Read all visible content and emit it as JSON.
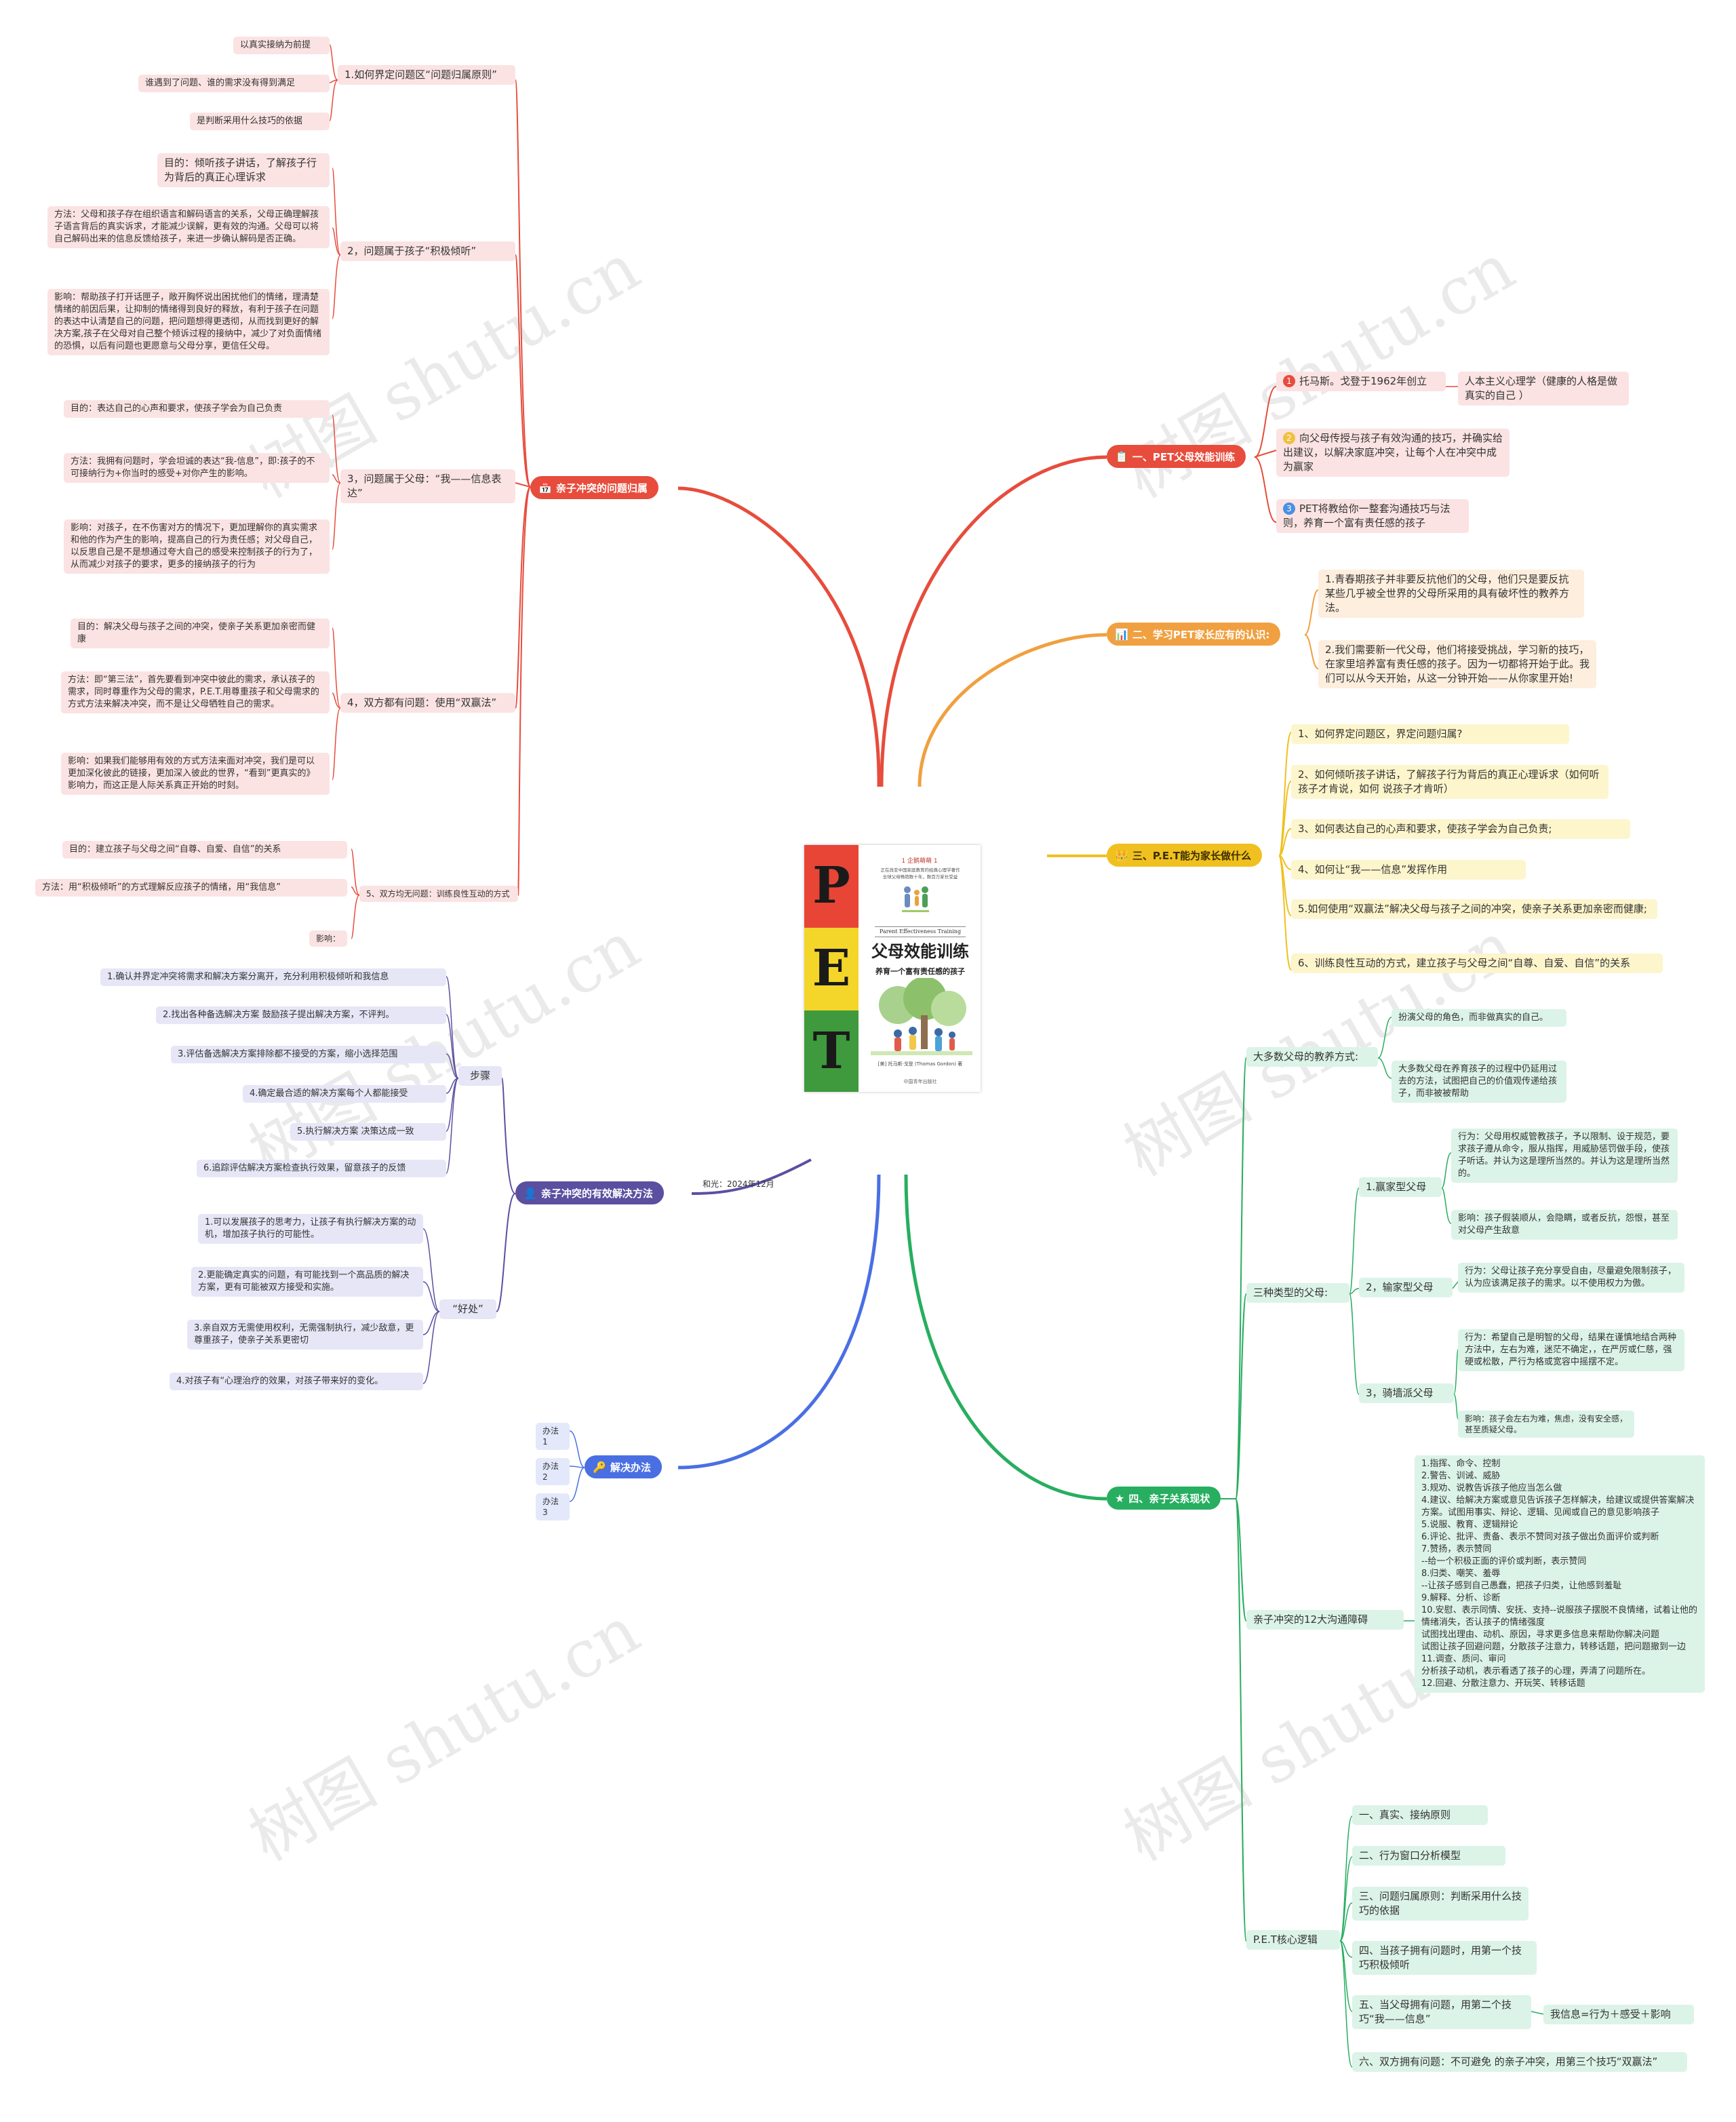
{
  "cover": {
    "letters": [
      "P",
      "E",
      "T"
    ],
    "badge": "1 企鹅萌萌 1",
    "blurb": "正在改变中国家庭教育的经典心理学著作\n全球父母畅销数十年，数百万家长受益",
    "subtitle_en": "Parent Effectiveness Training",
    "title": "父母效能训练",
    "tagline": "养育一个富有责任感的孩子",
    "author": "[美] 托马斯·戈登 (Thomas Gordon) 著",
    "publisher": "中国青年出版社"
  },
  "watermark": "树图 shutu.cn",
  "branches": {
    "b1": {
      "label": "亲子冲突的问题归属",
      "icon": "calendar-icon",
      "color": "#e74c3c",
      "items": [
        {
          "label": "1.如何界定问题区“问题归属原则”",
          "children": [
            "以真实接纳为前提",
            "谁遇到了问题、谁的需求没有得到满足",
            "是判断采用什么技巧的依据"
          ]
        },
        {
          "label": "2，问题属于孩子“积极倾听”",
          "children": [
            "目的：倾听孩子讲话，了解孩子行为背后的真正心理诉求",
            "方法：父母和孩子存在组织语言和解码语言的关系，父母正确理解孩子语言背后的真实诉求，才能减少误解，更有效的沟通。父母可以将自己解码出来的信息反馈给孩子，来进一步确认解码是否正确。",
            "影响：帮助孩子打开话匣子，敞开胸怀说出困扰他们的情绪，理清楚情绪的前因后果，让抑制的情绪得到良好的释放，有利于孩子在问题的表达中认清楚自己的问题，把问题想得更透彻，从而找到更好的解决方案,孩子在父母对自己整个倾诉过程的接纳中，减少了对负面情绪的恐惧，以后有问题也更愿意与父母分享，更信任父母。"
          ]
        },
        {
          "label": "3，问题属于父母：“我——信息表达”",
          "children": [
            "目的：表达自己的心声和要求，使孩子学会为自己负责",
            "方法：我拥有问题时，学会坦诚的表达“我-信息”，即:孩子的不可接纳行为+你当时的感受+对你产生的影响。",
            "影响：对孩子，在不伤害对方的情况下，更加理解你的真实需求和他的作为产生的影响，提高自己的行为责任感；对父母自己，以反思自己是不是想通过夸大自己的感受来控制孩子的行为了，从而减少对孩子的要求，更多的接纳孩子的行为"
          ]
        },
        {
          "label": "4，双方都有问题：使用“双赢法”",
          "children": [
            "目的：解决父母与孩子之间的冲突，使亲子关系更加亲密而健康",
            "方法：即“第三法”，首先要看到冲突中彼此的需求，承认孩子的需求，同时尊重作为父母的需求，P.E.T.用尊重孩子和父母需求的方式方法来解决冲突，而不是让父母牺牲自己的需求。",
            "影响：如果我们能够用有效的方式方法来面对冲突，我们是可以更加深化彼此的链接，更加深入彼此的世界，“看到”更真实的》影响力，而这正是人际关系真正开始的时刻。"
          ]
        },
        {
          "label": "5、双方均无问题：训练良性互动的方式",
          "children": [
            "目的：建立孩子与父母之间“自尊、自爱、自信”的关系",
            "方法：用“积极倾听”的方式理解反应孩子的情绪，用“我信息”",
            "影响："
          ]
        }
      ]
    },
    "b2": {
      "label": "亲子冲突的有效解决方法",
      "icon": "person-icon",
      "color": "#5b4fa0",
      "note": "和光：2024年12月",
      "groups": [
        {
          "label": "步骤",
          "children": [
            "1.确认并界定冲突将需求和解决方案分离开，充分利用积极倾听和我信息",
            "2.找出各种备选解决方案 鼓励孩子提出解决方案，不评判。",
            "3.评估备选解决方案排除都不接受的方案，缩小选择范围",
            "4.确定最合适的解决方案每个人都能接受",
            "5.执行解决方案 决策达成一致",
            "6.追踪评估解决方案检查执行效果，留意孩子的反馈"
          ]
        },
        {
          "label": "“好处”",
          "children": [
            "1.可以发展孩子的思考力，让孩子有执行解决方案的动机，增加孩子执行的可能性。",
            "2.更能确定真实的问题，有可能找到一个高品质的解决方案，更有可能被双方接受和实施。",
            "3.亲自双方无需使用权利，无需强制执行，减少敌意，更尊重孩子，使亲子关系更密切",
            "4.对孩子有“心理治疗的效果，对孩子带来好的变化。"
          ]
        }
      ]
    },
    "b3": {
      "label": "解决办法",
      "icon": "key-icon",
      "color": "#4a6fe3",
      "children": [
        "办法1",
        "办法2",
        "办法3"
      ]
    },
    "r1": {
      "label": "一、PET父母效能训练",
      "icon": "document-icon",
      "color": "#e74c3c",
      "items": [
        {
          "num": "1",
          "num_color": "#e74c3c",
          "text": "托马斯。戈登于1962年创立",
          "child": "人本主义心理学（健康的人格是做真实的自己 ）"
        },
        {
          "num": "2",
          "num_color": "#f0c040",
          "text": "向父母传授与孩子有效沟通的技巧，并确实给出建议，以解决家庭冲突，让每个人在冲突中成为赢家"
        },
        {
          "num": "3",
          "num_color": "#4a90e2",
          "text": "PET将教给你一整套沟通技巧与法则，养育一个富有责任感的孩子"
        }
      ]
    },
    "r2": {
      "label": "二、学习PET家长应有的认识:",
      "icon": "chart-icon",
      "color": "#f0a040",
      "items": [
        "1.青春期孩子并非要反抗他们的父母，他们只是要反抗某些几乎被全世界的父母所采用的具有破坏性的教养方法。",
        "2.我们需要新一代父母，他们将接受挑战，学习新的技巧，在家里培养富有责任感的孩子。因为一切都将开始于此。我们可以从今天开始，从这一分钟开始——从你家里开始!"
      ]
    },
    "r3": {
      "label": "三、P.E.T能为家长做什么",
      "icon": "crown-icon",
      "color": "#f0c020",
      "items": [
        "1、如何界定问题区，界定问题归属?",
        "2、如何倾听孩子讲话，了解孩子行为背后的真正心理诉求（如何听孩子才肯说，如何 说孩子才肯听）",
        "3、如何表达自己的心声和要求，使孩子学会为自己负责;",
        "4、如何让“我——信息”发挥作用",
        "5.如何使用“双赢法”解决父母与孩子之间的冲突，使亲子关系更加亲密而健康;",
        "6、训练良性互动的方式，建立孩子与父母之间“自尊、自爱、自信”的关系"
      ]
    },
    "r4": {
      "label": "四、亲子关系现状",
      "icon": "star-icon",
      "color": "#27ae60",
      "majority": {
        "label": "大多数父母的教养方式:",
        "children": [
          "扮演父母的角色，而非做真实的自己。",
          "大多数父母在养育孩子的过程中仍延用过去的方法，试图把自己的价值观传递给孩子，而非被被帮助"
        ]
      },
      "three_types": {
        "label": "三种类型的父母:",
        "types": [
          {
            "label": "1.赢家型父母",
            "children": [
              "行为：父母用权威管教孩子，予以限制、设于规范，要求孩子遵从命令，服从指挥，用威胁惩罚做手段，使孩子听话。并认为这是理所当然的。并认为这是理所当然的。",
              "影响：孩子假装顺从，会隐瞒，或者反抗，怨恨，甚至对父母产生敌意"
            ]
          },
          {
            "label": "2，输家型父母",
            "children": [
              "行为：父母让孩子充分享受自由，尽量避免限制孩子，认为应该满足孩子的需求。以不使用权力为傲。"
            ]
          },
          {
            "label": "3，骑墙派父母",
            "children": [
              "行为：希望自己是明智的父母，结果在谨慎地结合两种方法中，左右为难，迷茫不确定，，在严厉或仁慈，强硬或松散，严行为格或宽容中摇摆不定。",
              "影响：孩子会左右为难，焦虑，没有安全感，甚至质疑父母。"
            ]
          }
        ]
      },
      "barriers": {
        "label": "亲子冲突的12大沟通障碍",
        "text": "1.指挥、命令、控制\n2.警告、训诫、威胁\n3.规劝、说教告诉孩子他应当怎么做\n4.建议、给解决方案或意见告诉孩子怎样解决，给建议或提供答案解决方案。试图用事实、辩论、逻辑、见闻或自己的意见影响孩子\n5.说服、教育、逻辑辩论\n6.评论、批评、责备、表示不赞同对孩子做出负面评价或判断\n7.赞扬，表示赞同\n--给一个积极正面的评价或判断，表示赞同\n8.归类、嘲笑、羞辱\n--让孩子感到自己愚蠢，把孩子归类，让他感到羞耻\n9.解释、分析、诊断\n10.安慰、表示同情、安抚、支持--说服孩子摆脱不良情绪，试着让他的情绪消失，否认孩子的情绪强度\n试图找出理由、动机、原因，寻求更多信息来帮助你解决问题\n试图让孩子回避问题，分散孩子注意力，转移话题，把问题撤到一边\n11.调查、质问、审问\n分析孩子动机，表示看透了孩子的心理，弄清了问题所在。\n12.回避、分散注意力、开玩笑、转移话题"
      },
      "core": {
        "label": "P.E.T核心逻辑",
        "children": [
          "一、真实、接纳原则",
          "二、行为窗口分析模型",
          "三、问题归属原则：判断采用什么技巧的依据",
          "四、当孩子拥有问题时，用第一个技巧积极倾听",
          "五、当父母拥有问题，用第二个技巧“我——信息”",
          "六、双方拥有问题：不可避免 的亲子冲突，用第三个技巧“双赢法”"
        ],
        "formula": "我信息=行为＋感受＋影响"
      }
    }
  }
}
